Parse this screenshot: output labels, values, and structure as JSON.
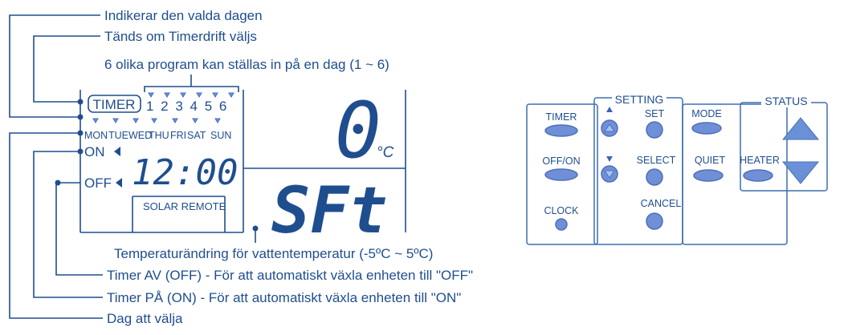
{
  "callouts": {
    "selected_day": "Indikerar den valda dagen",
    "timer_lit": "Tänds om Timerdrift väljs",
    "programs": "6 olika program kan ställas in på en dag (1 ~ 6)",
    "temp_change": "Temperaturändring för vattentemperatur (-5ºC ~ 5ºC)",
    "timer_off": "Timer AV (OFF) - För att automatiskt växla enheten till \"OFF\"",
    "timer_on": "Timer PÅ (ON) - För att automatiskt växla enheten till \"ON\"",
    "day_select": "Dag att välja"
  },
  "lcd": {
    "timer_label": "TIMER",
    "programs": "1 2 3 4 5 6",
    "days": [
      "MON",
      "TUE",
      "WED",
      "THU",
      "FRI",
      "SAT",
      "SUN"
    ],
    "on_label": "ON",
    "off_label": "OFF",
    "clock": "12:00",
    "footer": "SOLAR REMOTE",
    "temp_value": "0",
    "temp_unit": "°C",
    "mode_text": "SFt"
  },
  "panel": {
    "setting_title": "SETTING",
    "status_title": "STATUS",
    "buttons": {
      "timer": "TIMER",
      "offon": "OFF/ON",
      "clock": "CLOCK",
      "set": "SET",
      "select": "SELECT",
      "cancel": "CANCEL",
      "mode": "MODE",
      "quiet": "QUIET",
      "heater": "HEATER"
    }
  },
  "colors": {
    "ink": "#1f4e8f",
    "button": "#6f8fd6"
  }
}
